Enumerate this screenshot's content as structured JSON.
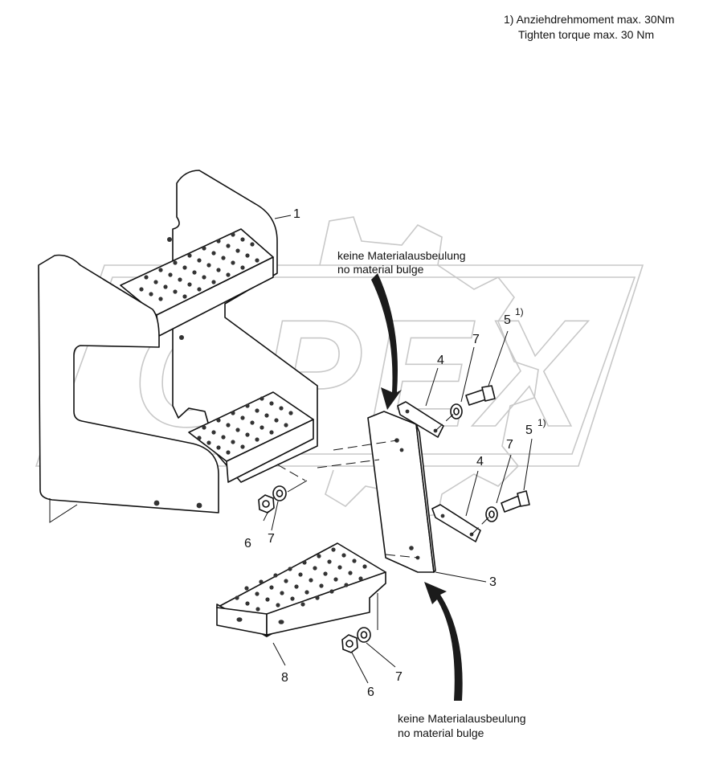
{
  "notes": {
    "torque_de": "1) Anziehdrehmoment max. 30Nm",
    "torque_en": "Tighten torque max. 30 Nm"
  },
  "callouts": {
    "no_bulge_top_de": "keine Materialausbeulung",
    "no_bulge_top_en": "no material bulge",
    "no_bulge_bottom_de": "keine Materialausbeulung",
    "no_bulge_bottom_en": "no material bulge"
  },
  "watermark": {
    "text": "OPEX",
    "color": "#c8c8c8"
  },
  "parts": {
    "p1": "1",
    "p3": "3",
    "p4_top": "4",
    "p4_bottom": "4",
    "p5_top": "5",
    "p5_bottom": "5",
    "p5_top_note": "1)",
    "p5_bottom_note": "1)",
    "p6_left": "6",
    "p6_bottom": "6",
    "p7_top": "7",
    "p7_mid": "7",
    "p7_left": "7",
    "p7_bottom": "7",
    "p8": "8"
  }
}
